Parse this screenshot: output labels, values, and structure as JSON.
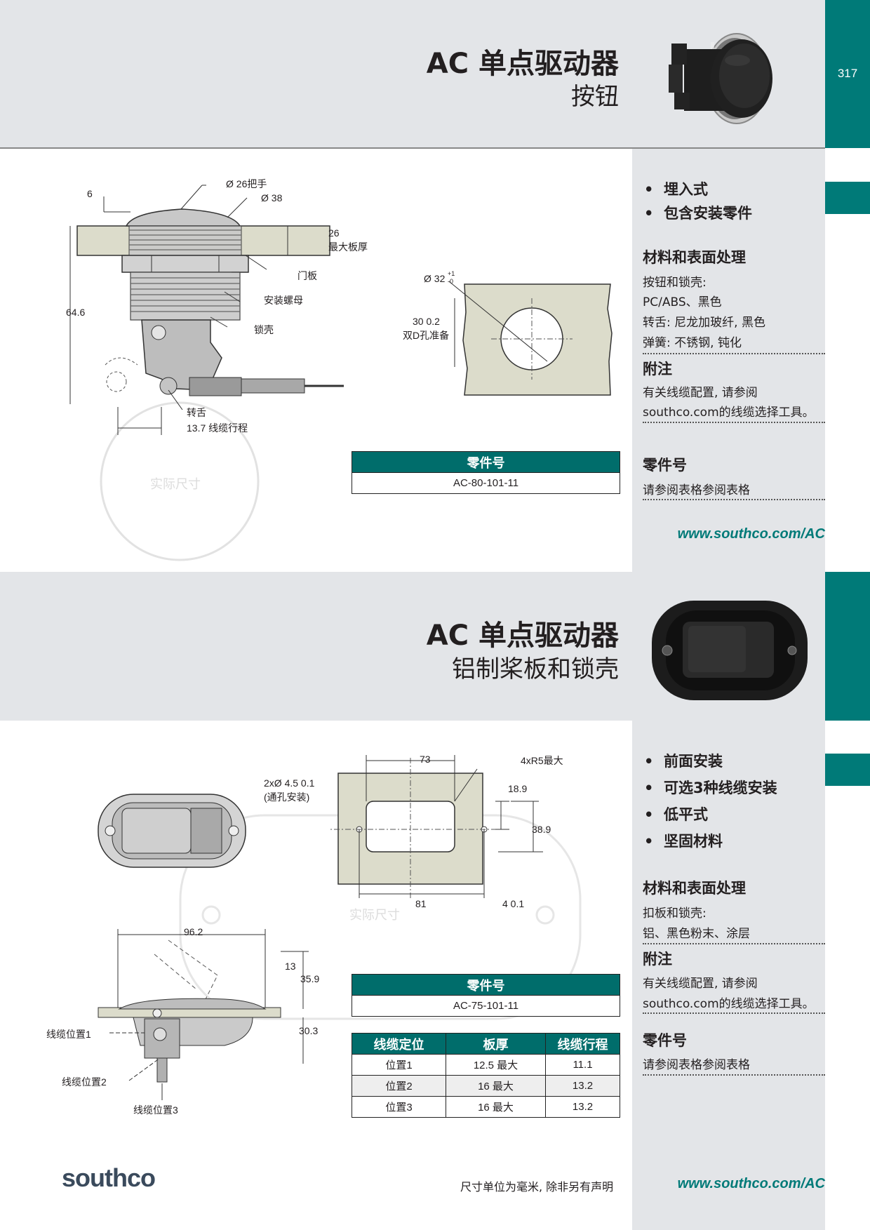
{
  "page_number": "317",
  "section1": {
    "title": "AC 单点驱动器",
    "subtitle": "按钮",
    "features": [
      "埋入式",
      "包含安装零件"
    ],
    "materials_heading": "材料和表面处理",
    "materials_lines": [
      "按钮和锁壳:",
      "PC/ABS、黑色",
      "转舌: 尼龙加玻纤, 黑色",
      "弹簧: 不锈钢, 钝化"
    ],
    "notes_heading": "附注",
    "notes_lines": [
      "有关线缆配置, 请参阅",
      "southco.com的线缆选择工具。"
    ],
    "part_heading": "零件号",
    "part_text": "请参阅表格参阅表格",
    "url": "www.southco.com/AC",
    "drawing_labels": {
      "dim_6": "6",
      "handle": "Ø 26把手",
      "dia38": "Ø 38",
      "dim_26": "26",
      "max_panel": "最大板厚",
      "door_panel": "门板",
      "nut": "安装螺母",
      "housing": "锁壳",
      "dim_646": "64.6",
      "tongue": "转舌",
      "cable_travel": "13.7 线缆行程",
      "actual_size": "实际尺寸",
      "cut_dia": "Ø 32",
      "cut_tol_plus": "+1",
      "cut_tol_zero": "-0",
      "cut_30": "30   0.2",
      "cut_dd": "双D孔准备"
    },
    "part_table": {
      "header": "零件号",
      "value": "AC-80-101-11"
    }
  },
  "section2": {
    "title": "AC 单点驱动器",
    "subtitle": "铝制桨板和锁壳",
    "features": [
      "前面安装",
      "可选3种线缆安装",
      "低平式",
      "坚固材料"
    ],
    "materials_heading": "材料和表面处理",
    "materials_lines": [
      "扣板和锁壳:",
      "铝、黑色粉末、涂层"
    ],
    "notes_heading": "附注",
    "notes_lines": [
      "有关线缆配置, 请参阅",
      "southco.com的线缆选择工具。"
    ],
    "part_heading": "零件号",
    "part_text": "请参阅表格参阅表格",
    "drawing_labels": {
      "dim_73": "73",
      "radius": "4xR5最大",
      "holes": "2xØ 4.5   0.1",
      "holes2": "(通孔安装)",
      "dim_189": "18.9",
      "dim_389": "38.9",
      "dim_81": "81",
      "dim_4": "4   0.1",
      "actual_size": "实际尺寸",
      "dim_962": "96.2",
      "dim_13": "13",
      "dim_359": "35.9",
      "dim_303": "30.3",
      "cable1": "线缆位置1",
      "cable2": "线缆位置2",
      "cable3": "线缆位置3"
    },
    "part_table": {
      "header": "零件号",
      "value": "AC-75-101-11"
    },
    "cable_table": {
      "headers": [
        "线缆定位",
        "板厚",
        "线缆行程"
      ],
      "rows": [
        [
          "位置1",
          "12.5 最大",
          "11.1"
        ],
        [
          "位置2",
          "16 最大",
          "13.2"
        ],
        [
          "位置3",
          "16 最大",
          "13.2"
        ]
      ]
    }
  },
  "footer": {
    "brand": "southco",
    "units_note": "尺寸单位为毫米, 除非另有声明",
    "url": "www.southco.com/AC"
  }
}
